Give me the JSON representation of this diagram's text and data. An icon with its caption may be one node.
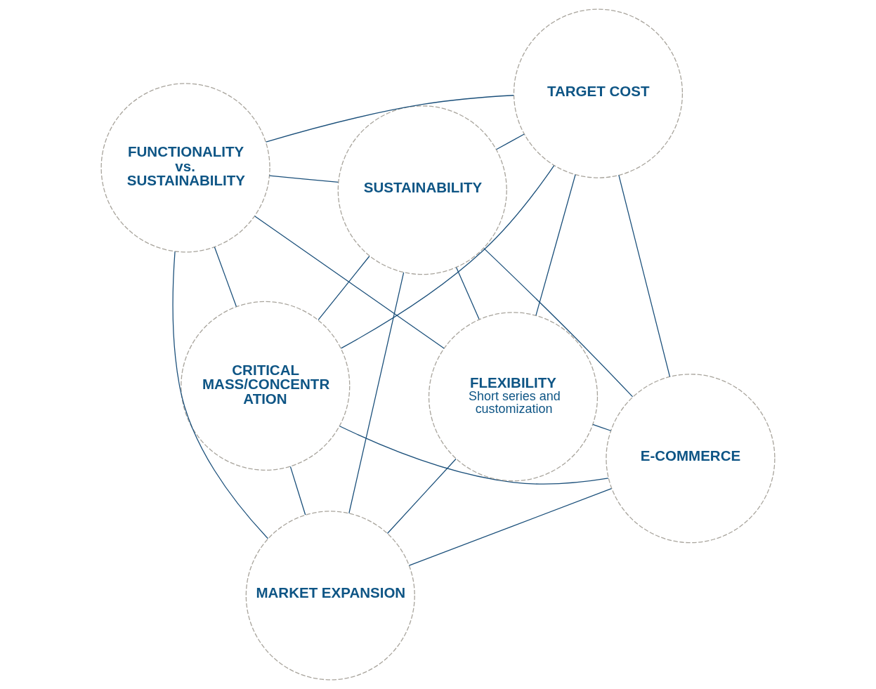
{
  "diagram": {
    "nodes": [
      {
        "text": [
          "CRITICAL MASS/CONCENTR ATION"
        ]
      },
      {
        "text": [
          "E-COMMERCE"
        ]
      },
      {
        "text": [
          "MARKET EXPANSION"
        ]
      },
      {
        "text": [
          "SUSTAINABILITY"
        ]
      },
      {
        "text": [
          "TARGET COST"
        ]
      },
      {
        "text": [
          "FUNCTIONALITY vs. SUSTAINABILITY"
        ]
      },
      {
        "text": [
          "FLEXIBILITY",
          "Short series and customization"
        ]
      }
    ],
    "edges": [
      {
        "from": 1,
        "to": 0,
        "arrow": "none"
      },
      {
        "from": 0,
        "to": 2,
        "arrow": "none"
      },
      {
        "from": 1,
        "to": 4,
        "arrow": "none"
      },
      {
        "from": 2,
        "to": 5,
        "arrow": "none"
      },
      {
        "from": 4,
        "to": 6,
        "arrow": "none"
      },
      {
        "from": 6,
        "to": 5,
        "arrow": "none"
      },
      {
        "from": 0,
        "to": 3,
        "arrow": "none"
      },
      {
        "from": 3,
        "to": 6,
        "arrow": "none"
      },
      {
        "from": 1,
        "to": 2,
        "arrow": "none"
      },
      {
        "from": 4,
        "to": 5,
        "arrow": "none"
      },
      {
        "from": 1,
        "to": 3,
        "arrow": "none"
      },
      {
        "from": 2,
        "to": 3,
        "arrow": "none"
      },
      {
        "from": 3,
        "to": 4,
        "arrow": "none"
      },
      {
        "from": 3,
        "to": 5,
        "arrow": "none"
      },
      {
        "from": 0,
        "to": 4,
        "arrow": "none"
      },
      {
        "from": 1,
        "to": 6,
        "arrow": "none"
      },
      {
        "from": 0,
        "to": 5,
        "arrow": "none"
      },
      {
        "from": 2,
        "to": 6,
        "arrow": "none"
      }
    ]
  }
}
